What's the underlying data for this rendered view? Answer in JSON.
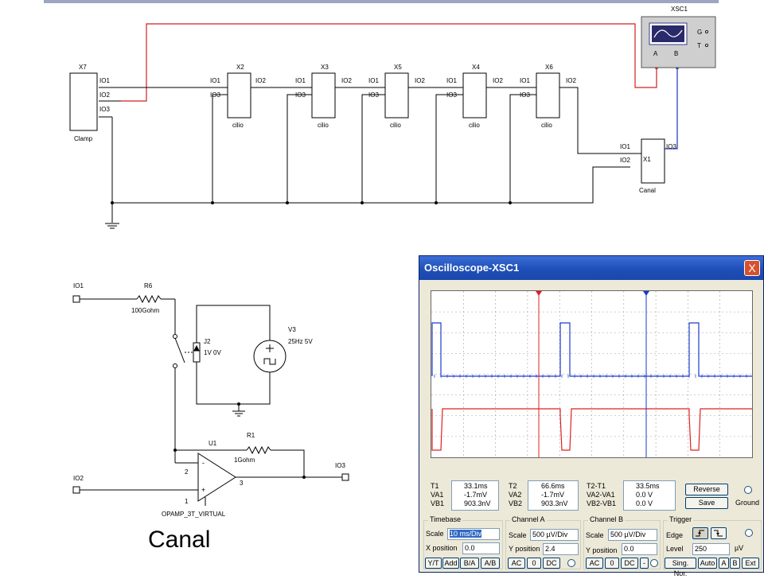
{
  "schematic": {
    "scope_ref": "XSC1",
    "scope_terminals": {
      "g": "G",
      "t": "T",
      "a": "A",
      "b": "B"
    },
    "clamp": {
      "ref": "X7",
      "pins": [
        "IO1",
        "IO2",
        "IO3"
      ],
      "name": "Clamp"
    },
    "cilio_blocks": [
      {
        "ref": "X2",
        "pin_io1": "IO1",
        "pin_io2": "IO2",
        "pin_io3": "IO3",
        "name": "cilio"
      },
      {
        "ref": "X3",
        "pin_io1": "IO1",
        "pin_io2": "IO2",
        "pin_io3": "IO3",
        "name": "cilio"
      },
      {
        "ref": "X5",
        "pin_io1": "IO1",
        "pin_io2": "IO2",
        "pin_io3": "IO3",
        "name": "cilio"
      },
      {
        "ref": "X4",
        "pin_io1": "IO1",
        "pin_io2": "IO2",
        "pin_io3": "IO3",
        "name": "cilio"
      },
      {
        "ref": "X6",
        "pin_io1": "IO1",
        "pin_io2": "IO2",
        "pin_io3": "IO3",
        "name": "cilio"
      }
    ],
    "canal_block": {
      "ref": "X1",
      "pin_io1": "IO1",
      "pin_io2": "IO2",
      "pin_io3": "IO3",
      "name": "Canal"
    }
  },
  "canal_circuit": {
    "port_io1": "IO1",
    "port_io2": "IO2",
    "port_io3": "IO3",
    "r6_ref": "R6",
    "r6_value": "100Gohm",
    "j2_ref": "J2",
    "j2_value": "1V 0V",
    "v3_ref": "V3",
    "v3_value": "25Hz  5V",
    "r1_ref": "R1",
    "r1_value": "1Gohm",
    "u1_ref": "U1",
    "u1_model": "OPAMP_3T_VIRTUAL",
    "pin2": "2",
    "pin1": "1",
    "pin3": "3",
    "minus": "-",
    "plus": "+"
  },
  "caption": "Canal",
  "oscilloscope": {
    "title": "Oscilloscope-XSC1",
    "close": "X",
    "readout": {
      "t1_label": "T1",
      "t1_value": "33.1ms",
      "va1_label": "VA1",
      "va1_value": "-1.7mV",
      "vb1_label": "VB1",
      "vb1_value": "903.3nV",
      "t2_label": "T2",
      "t2_value": "66.6ms",
      "va2_label": "VA2",
      "va2_value": "-1.7mV",
      "vb2_label": "VB2",
      "vb2_value": "903.3nV",
      "dt_label": "T2-T1",
      "dt_value": "33.5ms",
      "dva_label": "VA2-VA1",
      "dva_value": "0.0 V",
      "dvb_label": "VB2-VB1",
      "dvb_value": "0.0 V"
    },
    "reverse": "Reverse",
    "save": "Save",
    "ground": "Ground",
    "timebase": {
      "title": "Timebase",
      "scale_label": "Scale",
      "scale_value": "10 ms/Div",
      "xpos_label": "X position",
      "xpos_value": "0.0",
      "yt": "Y/T",
      "add": "Add",
      "ba": "B/A",
      "ab": "A/B"
    },
    "channel_a": {
      "title": "Channel A",
      "scale_label": "Scale",
      "scale_value": "500 µV/Div",
      "ypos_label": "Y position",
      "ypos_value": "2.4",
      "ac": "AC",
      "zero": "0",
      "dc": "DC"
    },
    "channel_b": {
      "title": "Channel B",
      "scale_label": "Scale",
      "scale_value": "500 µV/Div",
      "ypos_label": "Y position",
      "ypos_value": "0.0",
      "ac": "AC",
      "zero": "0",
      "dc": "DC",
      "minus": "-"
    },
    "trigger": {
      "title": "Trigger",
      "edge_label": "Edge",
      "level_label": "Level",
      "level_value": "250",
      "level_unit": "µV",
      "sing": "Sing.",
      "nor": "Nor.",
      "auto": "Auto",
      "a": "A",
      "b": "B",
      "ext": "Ext"
    },
    "colors": {
      "channel_a": "#e02020",
      "channel_b": "#1a3ccc",
      "grid": "#a0a0a0"
    }
  }
}
